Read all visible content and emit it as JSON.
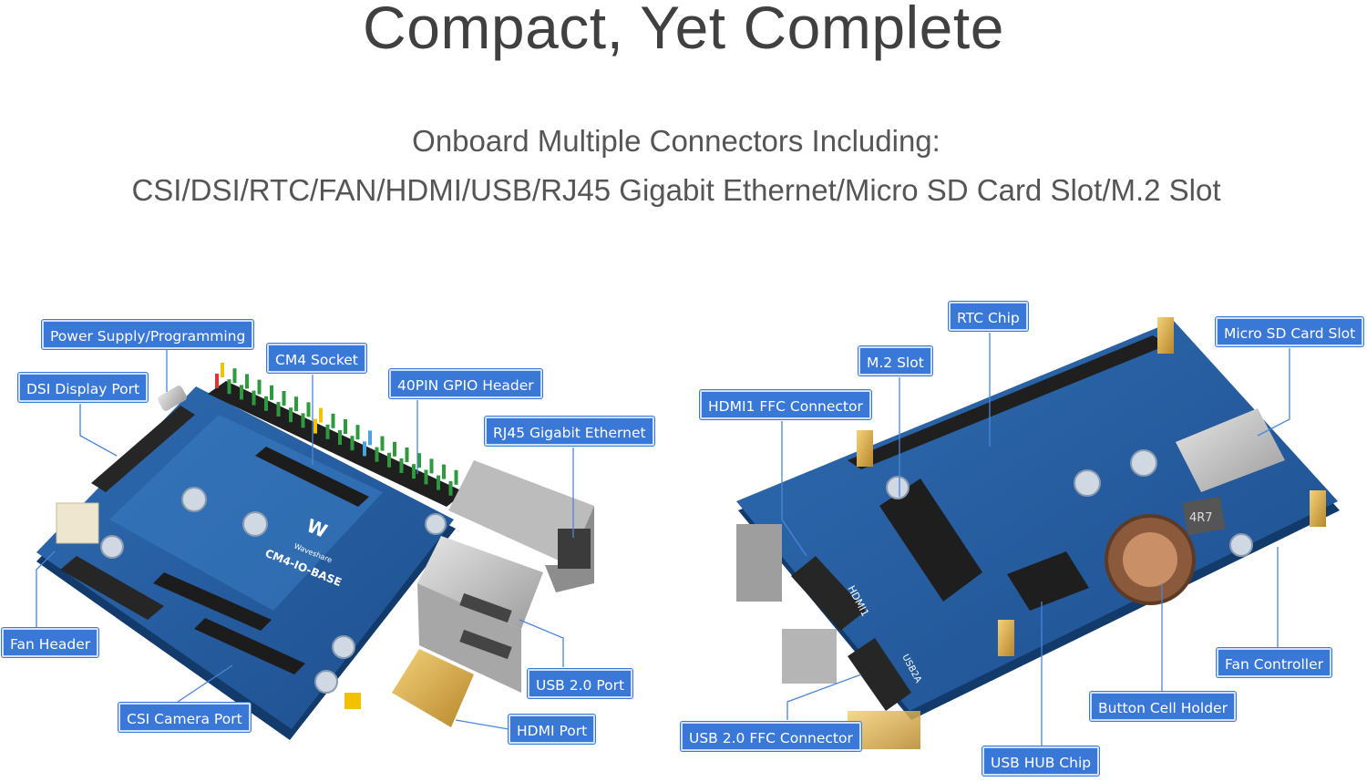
{
  "heading": "Compact, Yet Complete",
  "subheading_line1": "Onboard Multiple Connectors Including:",
  "subheading_line2": "CSI/DSI/RTC/FAN/HDMI/USB/RJ45 Gigabit Ethernet/Micro SD Card Slot/M.2 Slot",
  "board_top": {
    "brand": "Waveshare",
    "model": "CM4-IO-BASE",
    "labels": {
      "power": "Power Supply/Programming",
      "dsi": "DSI Display Port",
      "cm4": "CM4 Socket",
      "gpio": "40PIN GPIO Header",
      "rj45": "RJ45 Gigabit Ethernet",
      "fan": "Fan Header",
      "usb": "USB 2.0 Port",
      "csi": "CSI Camera Port",
      "hdmi": "HDMI Port"
    }
  },
  "board_bottom": {
    "silk_hdmi1": "HDMI1",
    "silk_usb": "USB2A",
    "inductor": "4R7",
    "labels": {
      "rtc": "RTC Chip",
      "sd": "Micro SD Card Slot",
      "m2": "M.2 Slot",
      "hdmi_ffc": "HDMI1 FFC Connector",
      "fanctl": "Fan Controller",
      "battery": "Button Cell Holder",
      "usb_ffc": "USB 2.0 FFC Connector",
      "hub": "USB HUB Chip"
    }
  }
}
